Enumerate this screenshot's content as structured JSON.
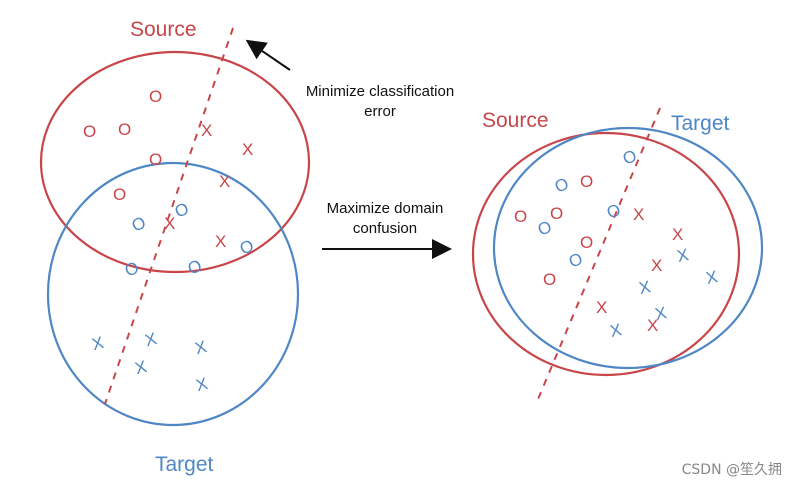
{
  "left": {
    "source_label": "Source",
    "target_label": "Target"
  },
  "right": {
    "source_label": "Source",
    "target_label": "Target"
  },
  "annotations": {
    "minimize_line1": "Minimize classification",
    "minimize_line2": "error",
    "maximize_line1": "Maximize domain",
    "maximize_line2": "confusion"
  },
  "markers": {
    "class_o": "O",
    "class_x": "X"
  },
  "watermark": "CSDN @笙久拥",
  "colors": {
    "source": "#c8464a",
    "target": "#4f87c5",
    "arrow": "#111111"
  }
}
